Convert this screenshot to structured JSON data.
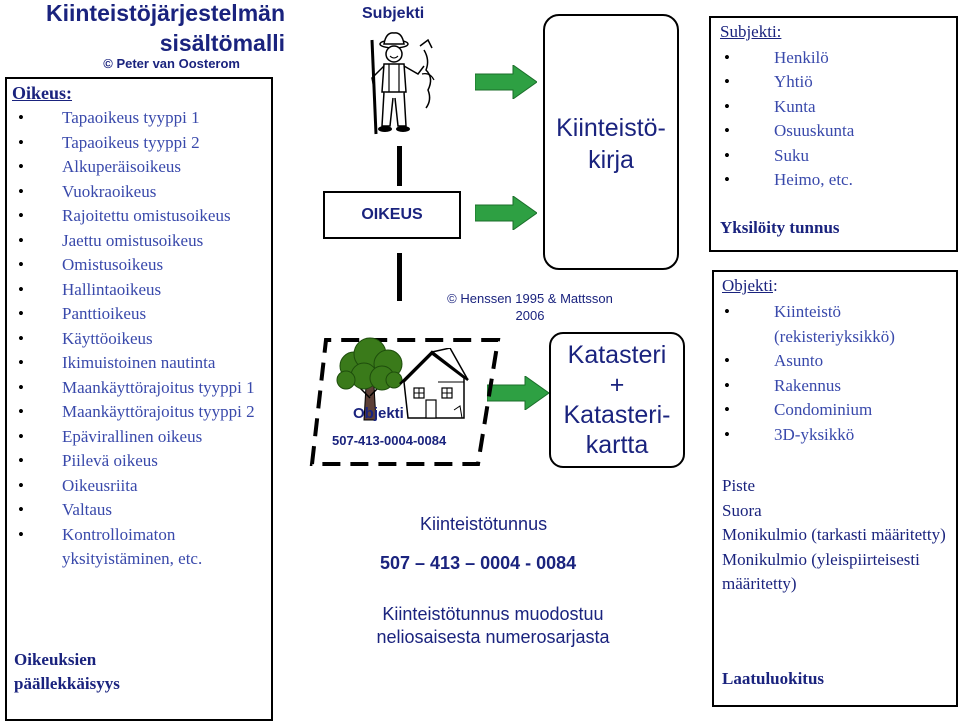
{
  "title": {
    "line1": "Kiinteistöjärjestelmän",
    "line2": "sisältömalli",
    "author": "© Peter van Oosterom"
  },
  "rights": {
    "heading": "Oikeus:",
    "items": [
      "Tapaoikeus tyyppi 1",
      "Tapaoikeus tyyppi 2",
      "Alkuperäisoikeus",
      "Vuokraoikeus",
      "Rajoitettu omistusoikeus",
      "Jaettu omistusoikeus",
      "Omistusoikeus",
      "Hallintaoikeus",
      "Panttioikeus",
      "Käyttöoikeus",
      "Ikimuistoinen nautinta",
      "Maankäyttörajoitus tyyppi 1",
      "Maankäyttörajoitus tyyppi 2",
      "Epävirallinen oikeus",
      "Piilevä oikeus",
      "Oikeusriita",
      "Valtaus",
      "Kontrolloimaton yksityistäminen, etc."
    ],
    "overlap": "Oikeuksien päällekkäisyys"
  },
  "middle": {
    "subject_label": "Subjekti",
    "right_label": "OIKEUS",
    "object_label": "Objekti",
    "object_id": "507-413-0004-0084",
    "land_book": "Kiinteistö-kirja",
    "land_book_line1": "Kiinteistö-",
    "land_book_line2": "kirja",
    "credit_line1": "© Henssen 1995 & Mattsson",
    "credit_line2": "2006",
    "cadastre_line1": "Katasteri",
    "cadastre_line2": "+",
    "cadastre_line3": "Katasteri-",
    "cadastre_line4": "kartta",
    "parcel_id_label": "Kiinteistötunnus",
    "parcel_id_number": "507 – 413 – 0004 - 0084",
    "parcel_id_desc_line1": "Kiinteistötunnus muodostuu",
    "parcel_id_desc_line2": "neliosaisesta numerosarjasta"
  },
  "subject_panel": {
    "heading": "Subjekti:",
    "items": [
      "Henkilö",
      "Yhtiö",
      "Kunta",
      "Osuuskunta",
      "Suku",
      "Heimo, etc."
    ],
    "identified": "Yksilöity tunnus"
  },
  "object_panel": {
    "heading": "Objekti",
    "heading_colon": ":",
    "items": [
      "Kiinteistö (rekisteriyksikkö)",
      "Asunto",
      "Rakennus",
      "Condominium",
      "3D-yksikkö"
    ],
    "geometry": [
      "Piste",
      "Suora",
      "Monikulmio (tarkasti määritetty)",
      "Monikulmio (yleispiirteisesti määritetty)"
    ],
    "quality": "Laatuluokitus"
  },
  "colors": {
    "text": "#1a237e",
    "arrow_green": "#2ea043",
    "tree_green": "#3a7a1a"
  },
  "icons": [
    "farmer-figure-icon",
    "tree-icon",
    "house-icon",
    "right-arrow-icon"
  ]
}
